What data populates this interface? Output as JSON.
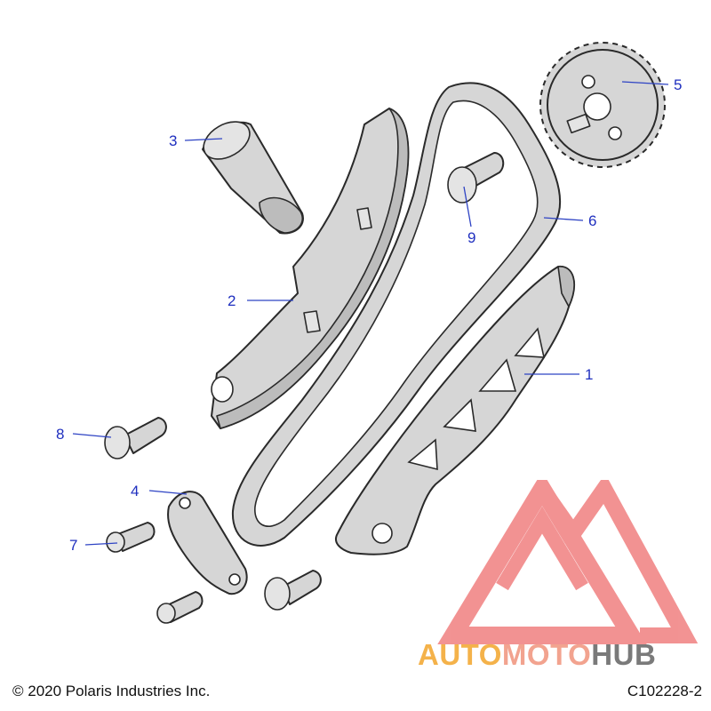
{
  "callouts": [
    {
      "label": "1"
    },
    {
      "label": "2"
    },
    {
      "label": "3"
    },
    {
      "label": "4"
    },
    {
      "label": "5"
    },
    {
      "label": "6"
    },
    {
      "label": "7"
    },
    {
      "label": "8"
    },
    {
      "label": "9"
    }
  ],
  "footer": {
    "copyright": "© 2020 Polaris Industries Inc.",
    "drawing_id": "C102228-2"
  },
  "watermark": {
    "part_a": "AUTO",
    "part_b": "MOTO",
    "part_c": "HUB",
    "colors": {
      "auto": "#f4b24a",
      "moto": "#f2a38f",
      "hub": "#7a7a7a",
      "triangle": "#f08080"
    }
  },
  "colors": {
    "callout": "#1f2fbf",
    "part_fill": "#d6d6d6",
    "outline": "#2a2a2a"
  }
}
